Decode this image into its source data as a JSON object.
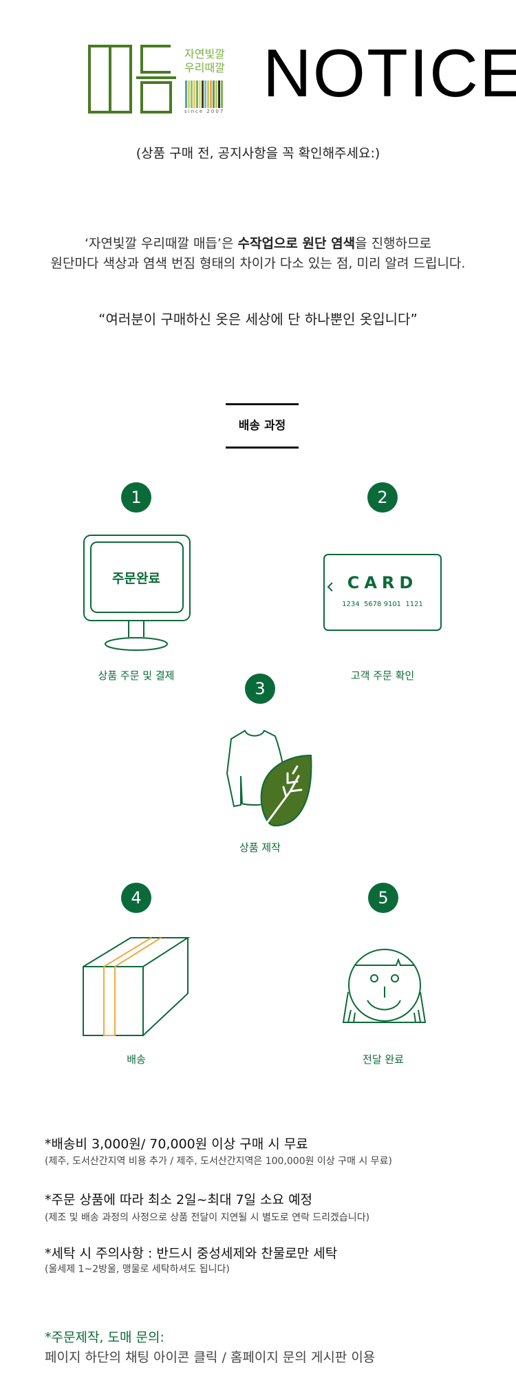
{
  "header": {
    "logo_text": "매듭",
    "logo_slogan": [
      "자연빛깔",
      "우리때깔"
    ],
    "logo_since": "since 2007",
    "title": "NOTICE",
    "subtitle": "(상품 구매 전, 공지사항을 꼭 확인해주세요:)"
  },
  "intro": {
    "line1_pre": "‘자연빛깔 우리때깔 매듭’은 ",
    "line1_bold": "수작업으로 원단 염색",
    "line1_post": "을 진행하므로",
    "line2": "원단마다 색상과 염색 번짐 형태의 차이가 다소 있는 점, 미리 알려 드립니다.",
    "quote": "“여러분이 구매하신 옷은 세상에 단 하나뿐인 옷입니다”"
  },
  "process": {
    "title": "배송 과정",
    "steps": [
      {
        "num": "1",
        "label": "상품 주문 및 결제",
        "screen_text": "주문완료"
      },
      {
        "num": "2",
        "label": "고객 주문 확인",
        "card_text": "CARD",
        "card_number": "1234  5678 9101  1121"
      },
      {
        "num": "3",
        "label": "상품 제작"
      },
      {
        "num": "4",
        "label": "배송"
      },
      {
        "num": "5",
        "label": "전달 완료"
      }
    ]
  },
  "notes": [
    {
      "main": "*배송비 3,000원/ 70,000원 이상 구매 시 무료",
      "sub": "(제주, 도서산간지역 비용 추가 / 제주, 도서산간지역은 100,000원 이상 구매 시 무료)"
    },
    {
      "main": "*주문 상품에 따라 최소 2일~최대 7일 소요 예정",
      "sub": "(제조 및 배송 과정의 사정으로 상품 전달이 지연될 시 별도로 연락 드리겠습니다)"
    },
    {
      "main": "*세탁 시 주의사항 : 반드시 중성세제와 찬물로만 세탁",
      "sub": "(울세제 1~2방울, 맹물로 세탁하셔도 됩니다)"
    }
  ],
  "contact": {
    "title": "*주문제작, 도매 문의:",
    "text": "페이지 하단의 채팅 아이콘 클릭 / 홈페이지 문의 게시판 이용"
  },
  "colors": {
    "accent": "#0b6a39",
    "logo": "#4a7a22",
    "tape": "#f2a93b"
  }
}
